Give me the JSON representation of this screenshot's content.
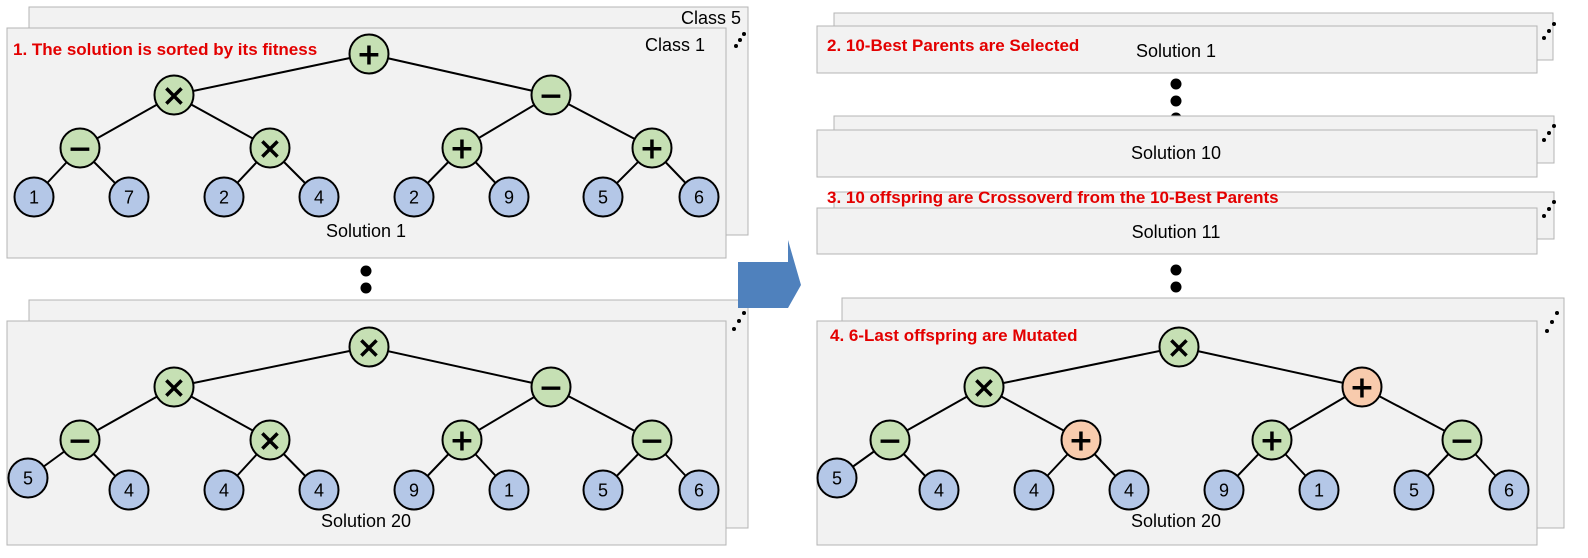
{
  "colors": {
    "panel_fill": "#f2f2f2",
    "panel_border": "#b4b4b4",
    "operator_fill": "#c6e0b4",
    "leaf_fill": "#b4c7e7",
    "mutated_fill": "#f8cbad",
    "title_color": "#e30000",
    "arrow_color": "#4f81bd"
  },
  "left": {
    "class_back_label": "Class 5",
    "class_front_label": "Class 1",
    "step1_title": "1. The solution is sorted by its fitness",
    "tree_top": {
      "caption": "Solution 1",
      "root": "+",
      "level1": [
        "×",
        "−"
      ],
      "level2": [
        "−",
        "×",
        "+",
        "+"
      ],
      "leaves": [
        "1",
        "7",
        "2",
        "4",
        "2",
        "9",
        "5",
        "6"
      ]
    },
    "tree_bottom": {
      "caption": "Solution 20",
      "root": "×",
      "level1": [
        "×",
        "−"
      ],
      "level2": [
        "−",
        "×",
        "+",
        "−"
      ],
      "leaves": [
        "5",
        "4",
        "4",
        "4",
        "9",
        "1",
        "5",
        "6"
      ]
    }
  },
  "right": {
    "step2_title": "2. 10-Best Parents are Selected",
    "solution_1": "Solution 1",
    "solution_10": "Solution 10",
    "step3_title": "3. 10 offspring are Crossoverd from the 10-Best Parents",
    "solution_11": "Solution 11",
    "step4_title": "4. 6-Last offspring are Mutated",
    "tree_mutated": {
      "caption": "Solution 20",
      "root": "×",
      "level1": [
        "×",
        "+"
      ],
      "level2": [
        "−",
        "+",
        "+",
        "−"
      ],
      "leaves": [
        "5",
        "4",
        "4",
        "4",
        "9",
        "1",
        "5",
        "6"
      ],
      "mutated_nodes": [
        "level1.1",
        "level2.1"
      ]
    }
  }
}
